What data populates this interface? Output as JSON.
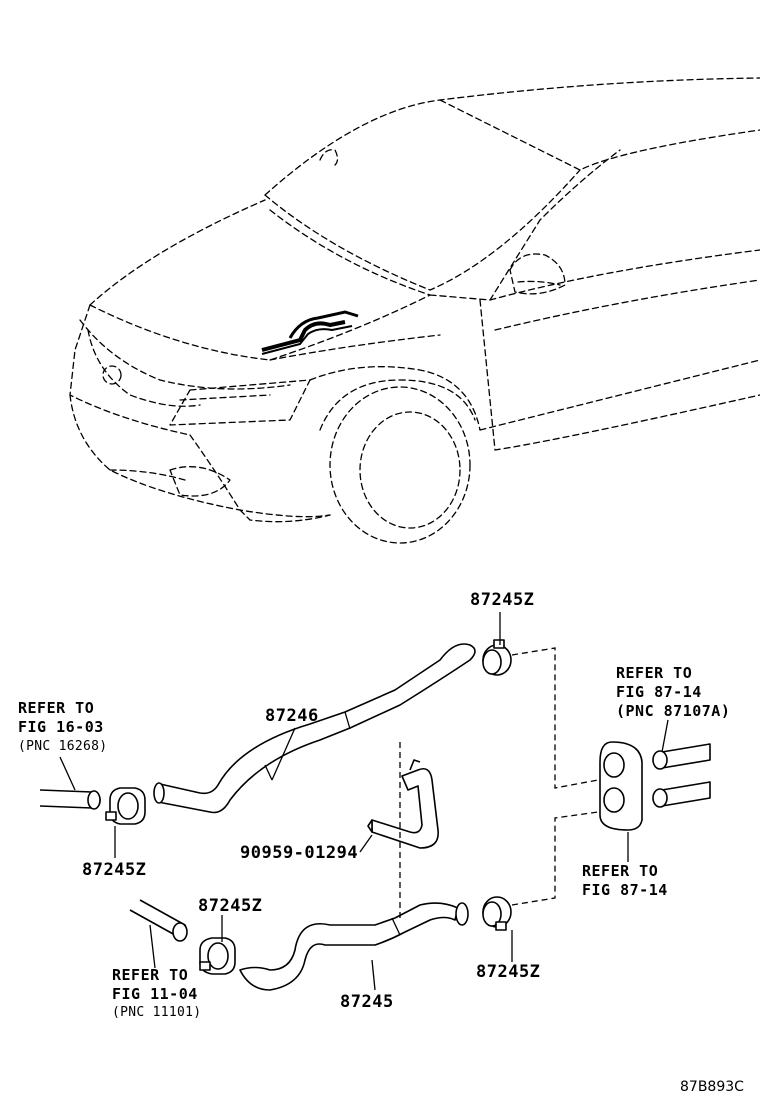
{
  "diagram": {
    "labels": {
      "clamp_top": "87245Z",
      "clamp_left": "87245Z",
      "clamp_lower_left": "87245Z",
      "clamp_lower_right": "87245Z",
      "hose_upper": "87246",
      "hose_lower": "87245",
      "bracket": "90959-01294"
    },
    "refs": {
      "left_top": {
        "line1": "REFER TO",
        "line2": "FIG 16-03",
        "line3": "(PNC 16268)"
      },
      "right_top": {
        "line1": "REFER TO",
        "line2": "FIG 87-14",
        "line3": "(PNC 87107A)"
      },
      "right_mid": {
        "line1": "REFER TO",
        "line2": "FIG 87-14"
      },
      "bottom_left": {
        "line1": "REFER TO",
        "line2": "FIG 11-04",
        "line3": "(PNC 11101)"
      }
    },
    "code": "87B893C"
  }
}
